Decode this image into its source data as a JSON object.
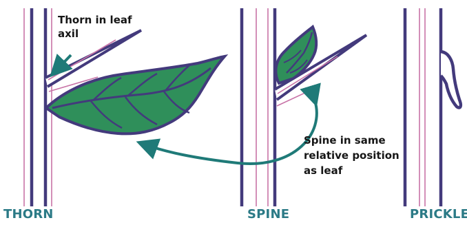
{
  "colors": {
    "stem_outline": "#433a7c",
    "stem_inner_line": "#c873a7",
    "leaf_fill": "#2f8f5a",
    "leaf_outline": "#433a7c",
    "arrow_teal": "#1f7a78",
    "section_label": "#2b7a86",
    "annotation_text": "#161616"
  },
  "annotations": {
    "thorn_note": "Thorn in leaf\naxil",
    "spine_note": "Spine in same\nrelative position\nas leaf"
  },
  "labels": {
    "thorn": "THORN",
    "spine": "SPINE",
    "prickle": "PRICKLE"
  }
}
